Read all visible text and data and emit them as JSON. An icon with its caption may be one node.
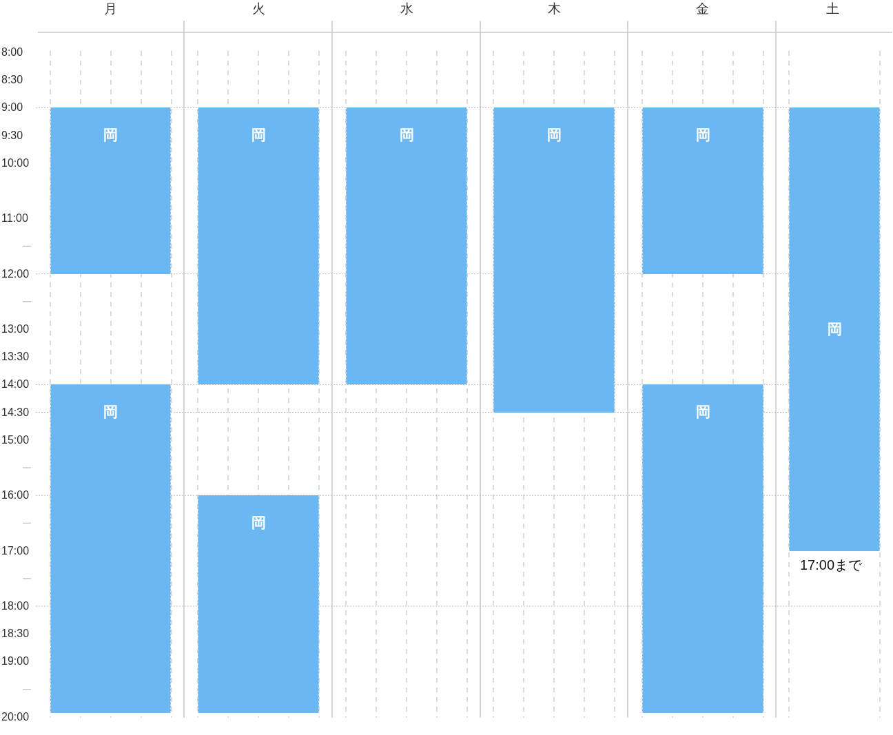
{
  "diagram": {
    "nodes": [
      {
        "text": [
          "岡"
        ]
      },
      {
        "text": [
          "岡"
        ]
      },
      {
        "text": [
          "岡"
        ]
      },
      {
        "text": [
          "岡"
        ]
      },
      {
        "text": [
          "岡"
        ]
      },
      {
        "text": [
          "岡"
        ],
        "beside": [
          "17:00まで"
        ]
      },
      {
        "text": [
          "岡"
        ]
      },
      {
        "text": [
          "岡"
        ]
      },
      {
        "text": [
          "岡"
        ]
      }
    ],
    "labels": [
      "月",
      "火",
      "水",
      "木",
      "金",
      "土",
      "8:00",
      "8:30",
      "9:00",
      "9:30",
      "10:00",
      "11:00",
      "12:00",
      "13:00",
      "13:30",
      "14:00",
      "14:30",
      "15:00",
      "16:00",
      "17:00",
      "18:00",
      "18:30",
      "19:00",
      "20:00"
    ]
  }
}
